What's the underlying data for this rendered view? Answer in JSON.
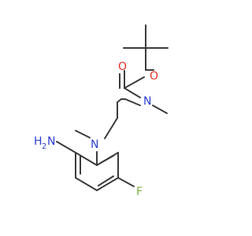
{
  "molecule": {
    "atoms": {
      "oxygen_carbonyl": {
        "label": "O",
        "color": "#e8302a"
      },
      "oxygen_ester": {
        "label": "O",
        "color": "#e8302a"
      },
      "nitrogen_carbamate": {
        "label": "N",
        "color": "#2d3fd0"
      },
      "nitrogen_aniline": {
        "label": "N",
        "color": "#2d3fd0"
      },
      "amine": {
        "label": "H",
        "subscript": "2",
        "suffix": "N",
        "color": "#2d3fd0"
      },
      "fluorine": {
        "label": "F",
        "color": "#7cb342"
      }
    },
    "bond_color": "#3b3b3b"
  }
}
